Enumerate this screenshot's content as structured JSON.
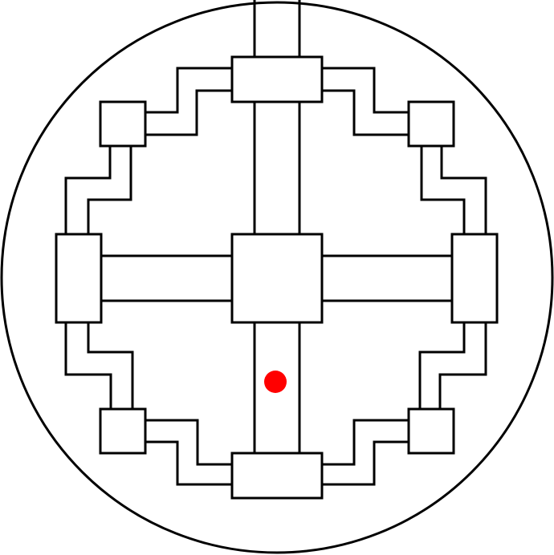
{
  "maze": {
    "colors": {
      "background": "#ffffff",
      "walls": "#000000",
      "player": "#ff0000"
    },
    "shape": "circle",
    "rooms": [
      "room-top",
      "room-center",
      "room-bottom",
      "room-left",
      "room-right",
      "room-top-left",
      "room-top-right",
      "room-bottom-left",
      "room-bottom-right"
    ],
    "player": {
      "marker": "red-dot",
      "location": "bottom-vertical-corridor"
    }
  }
}
